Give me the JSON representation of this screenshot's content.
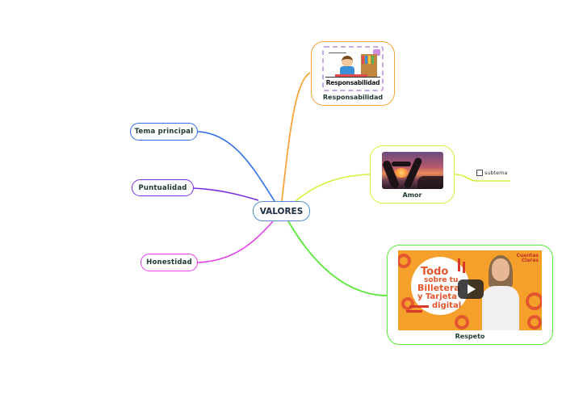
{
  "map": {
    "central": {
      "label": "VALORES",
      "border_color": "#4d8fd1"
    },
    "left_topics": [
      {
        "label": "Tema principal",
        "color": "#2f6fe8"
      },
      {
        "label": "Puntualidad",
        "color": "#7a2fe0"
      },
      {
        "label": "Honestidad",
        "color": "#e53be8"
      }
    ],
    "right_topics": [
      {
        "label": "Responsabilidad",
        "color": "#f5a53a",
        "image": "responsabilidad-illustration",
        "image_text": "Responsabilidad"
      },
      {
        "label": "Amor",
        "color": "#d8f03c",
        "image": "heart-hands-sunset-photo",
        "subtopics": [
          {
            "label": "subtema",
            "checkbox": false
          }
        ]
      },
      {
        "label": "Respeto",
        "color": "#5ae83a",
        "image": "video-thumbnail",
        "video": {
          "title_lines": [
            "Todo",
            "sobre tu",
            "Billetera",
            "y  Tarjeta",
            "digital"
          ],
          "brand": [
            "Cuentas",
            "Claras"
          ],
          "play_icon": "play-button"
        }
      }
    ]
  }
}
